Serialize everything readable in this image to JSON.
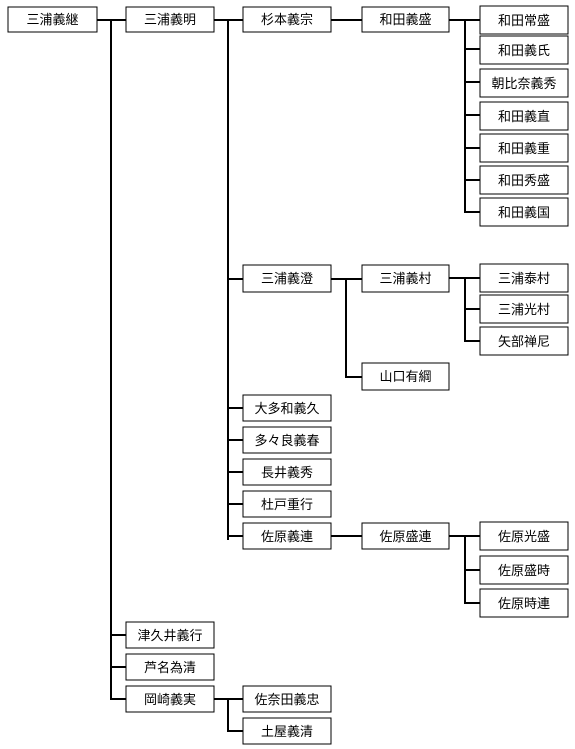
{
  "nodes": {
    "root": "三浦義継",
    "n1": "三浦義明",
    "n2": "杉本義宗",
    "n3": "和田義盛",
    "n3a": "和田常盛",
    "n3b": "和田義氏",
    "n3c": "朝比奈義秀",
    "n3d": "和田義直",
    "n3e": "和田義重",
    "n3f": "和田秀盛",
    "n3g": "和田義国",
    "n4": "三浦義澄",
    "n5": "三浦義村",
    "n5a": "三浦泰村",
    "n5b": "三浦光村",
    "n5c": "矢部禅尼",
    "n6": "山口有綱",
    "n7": "大多和義久",
    "n8": "多々良義春",
    "n9": "長井義秀",
    "n10": "杜戸重行",
    "n11": "佐原義連",
    "n12": "佐原盛連",
    "n12a": "佐原光盛",
    "n12b": "佐原盛時",
    "n12c": "佐原時連",
    "n13": "津久井義行",
    "n14": "芦名為清",
    "n15": "岡崎義実",
    "n16": "佐奈田義忠",
    "n17": "土屋義清"
  }
}
